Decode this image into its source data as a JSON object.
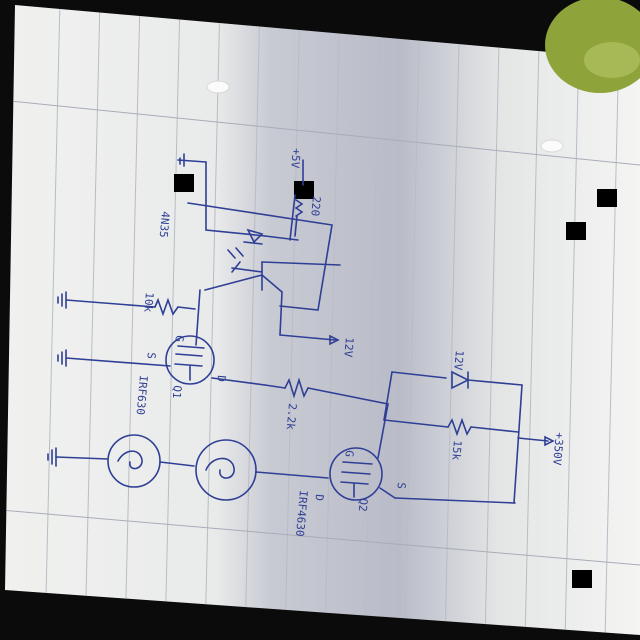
{
  "colors": {
    "ink": "#2f3f95",
    "paper": "#f2f3f1",
    "rule_line": "#b9bcc5",
    "background": "#0b0b0b",
    "shadow": "#6f7383",
    "apple": "#8ea43a"
  },
  "diagram": {
    "labels": {
      "optocoupler": "4N35",
      "opto_supply": "+5V",
      "opto_resistor": "220",
      "supply_12v": "12V",
      "gate_resistor_1": "10k",
      "mosfet_1_part": "IRF630",
      "mosfet_1_ref": "Q1",
      "gate_divider": "2.2k",
      "zener": "12V",
      "gate_resistor_2": "15k",
      "high_voltage_supply": "+350V",
      "mosfet_2_part": "IRF4630",
      "mosfet_2_ref": "Q2",
      "gate_pin": "G",
      "source_pin": "S",
      "drain_pin": "D"
    },
    "icons": [
      "ground-symbol",
      "resistor",
      "zener-diode",
      "mosfet",
      "lamp",
      "optocoupler"
    ]
  }
}
